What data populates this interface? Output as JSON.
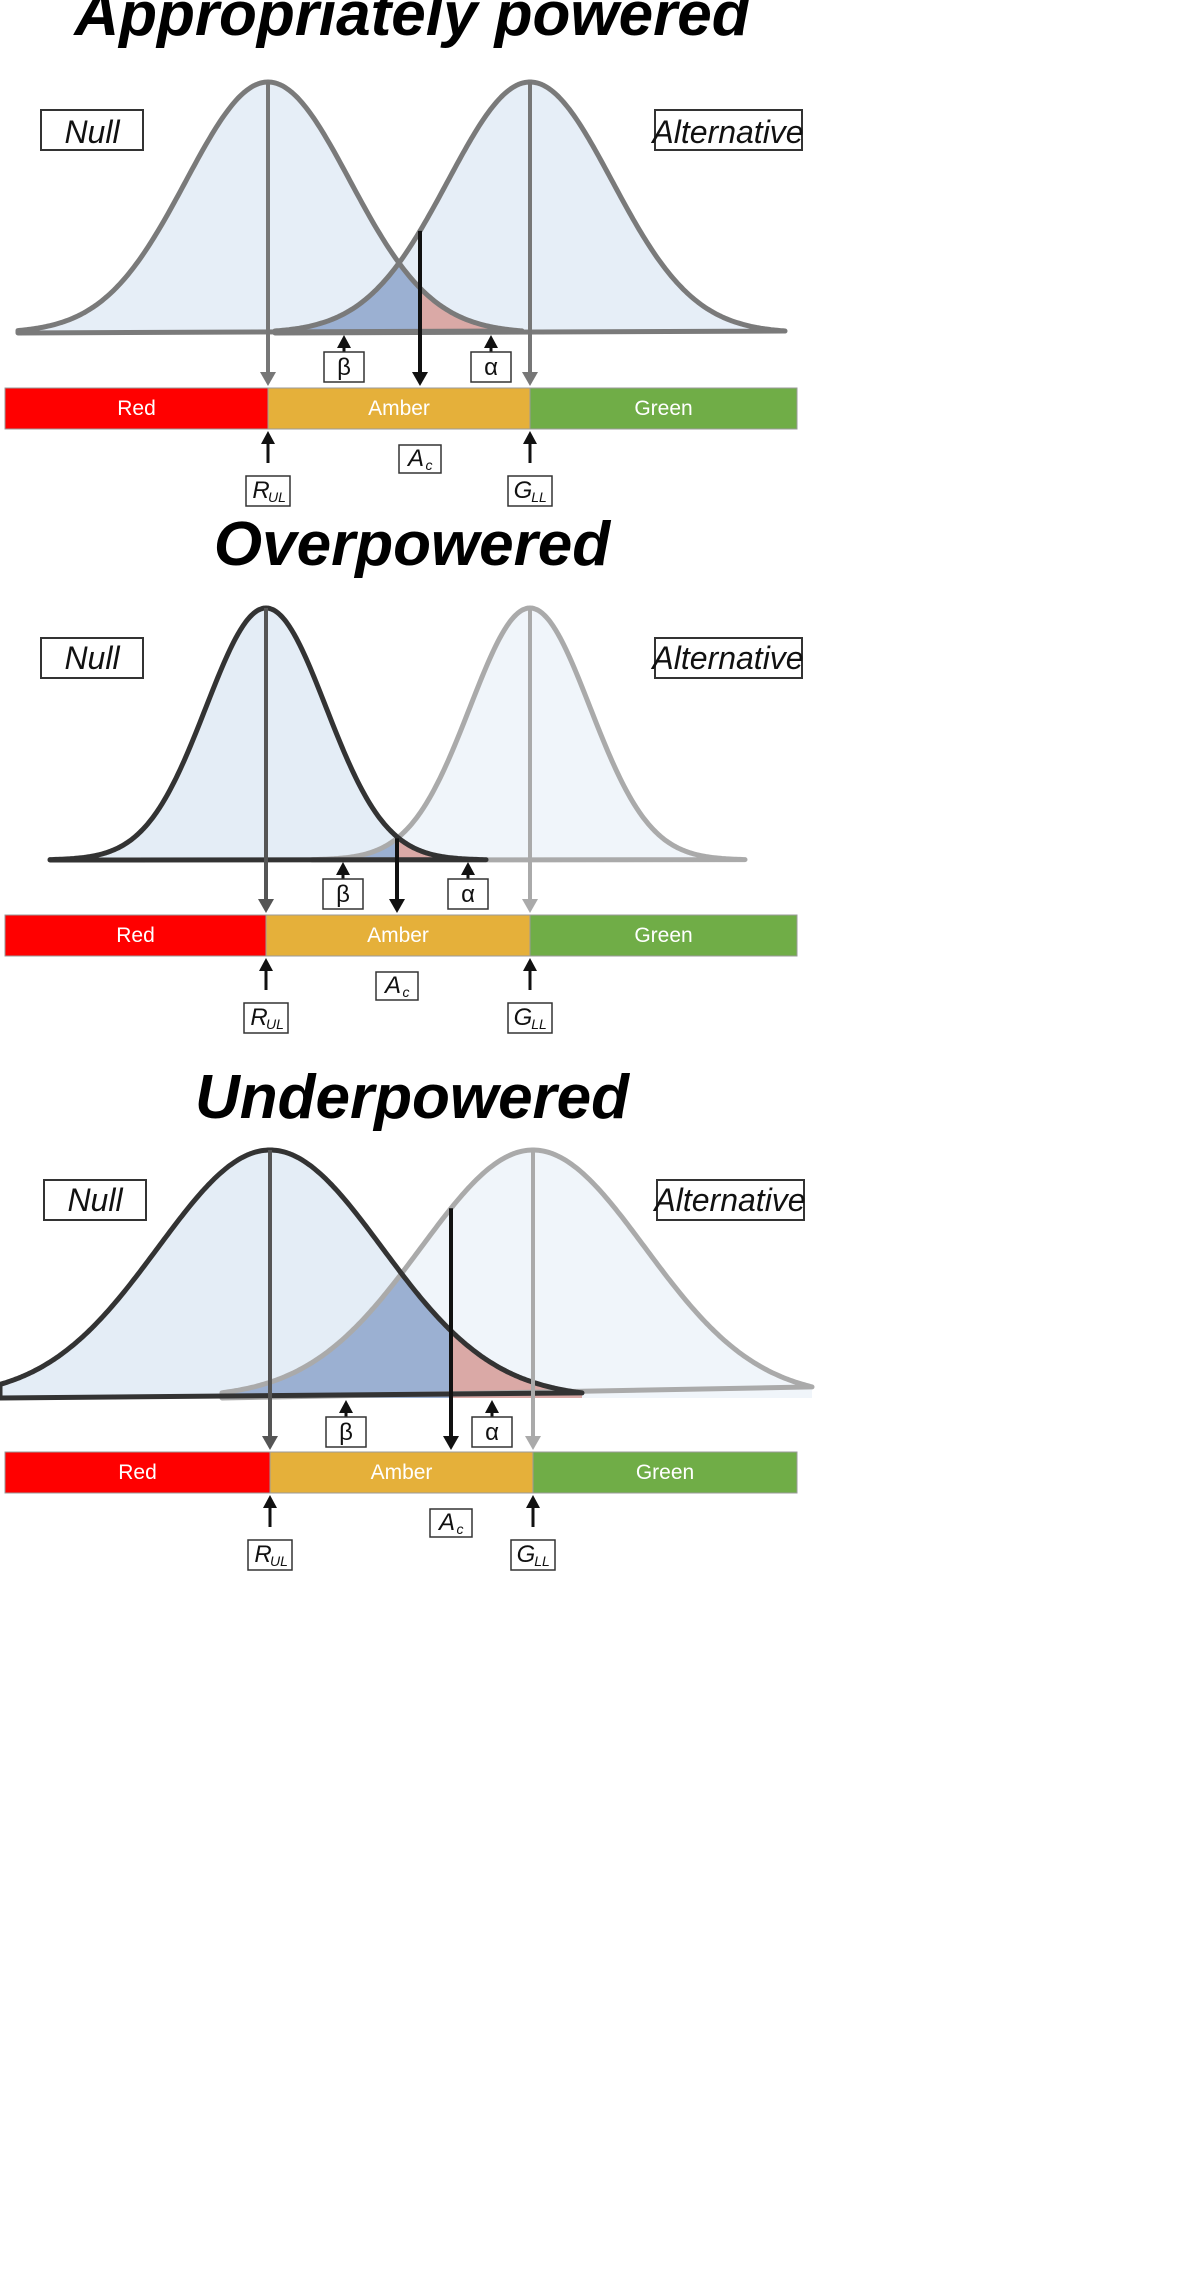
{
  "panels": [
    {
      "title": "Appropriately powered",
      "null_label": "Null",
      "alternative_label": "Alternative",
      "zones": [
        "Red",
        "Amber",
        "Green"
      ],
      "beta": "β",
      "alpha": "α",
      "ac": "A",
      "ac_sub": "c",
      "rul": "R",
      "rul_sub": "UL",
      "gll": "G",
      "gll_sub": "LL"
    },
    {
      "title": "Overpowered",
      "null_label": "Null",
      "alternative_label": "Alternative",
      "zones": [
        "Red",
        "Amber",
        "Green"
      ],
      "beta": "β",
      "alpha": "α",
      "ac": "A",
      "ac_sub": "c",
      "rul": "R",
      "rul_sub": "UL",
      "gll": "G",
      "gll_sub": "LL"
    },
    {
      "title": "Underpowered",
      "null_label": "Null",
      "alternative_label": "Alternative",
      "zones": [
        "Red",
        "Amber",
        "Green"
      ],
      "beta": "β",
      "alpha": "α",
      "ac": "A",
      "ac_sub": "c",
      "rul": "R",
      "rul_sub": "UL",
      "gll": "G",
      "gll_sub": "LL"
    }
  ],
  "colors": {
    "red": "#ff0000",
    "amber": "#e5b03a",
    "green": "#70ad47",
    "curve_fill": "#dde8f4",
    "beta_region": "#8ea6cb",
    "alpha_region": "#d9a29d"
  }
}
